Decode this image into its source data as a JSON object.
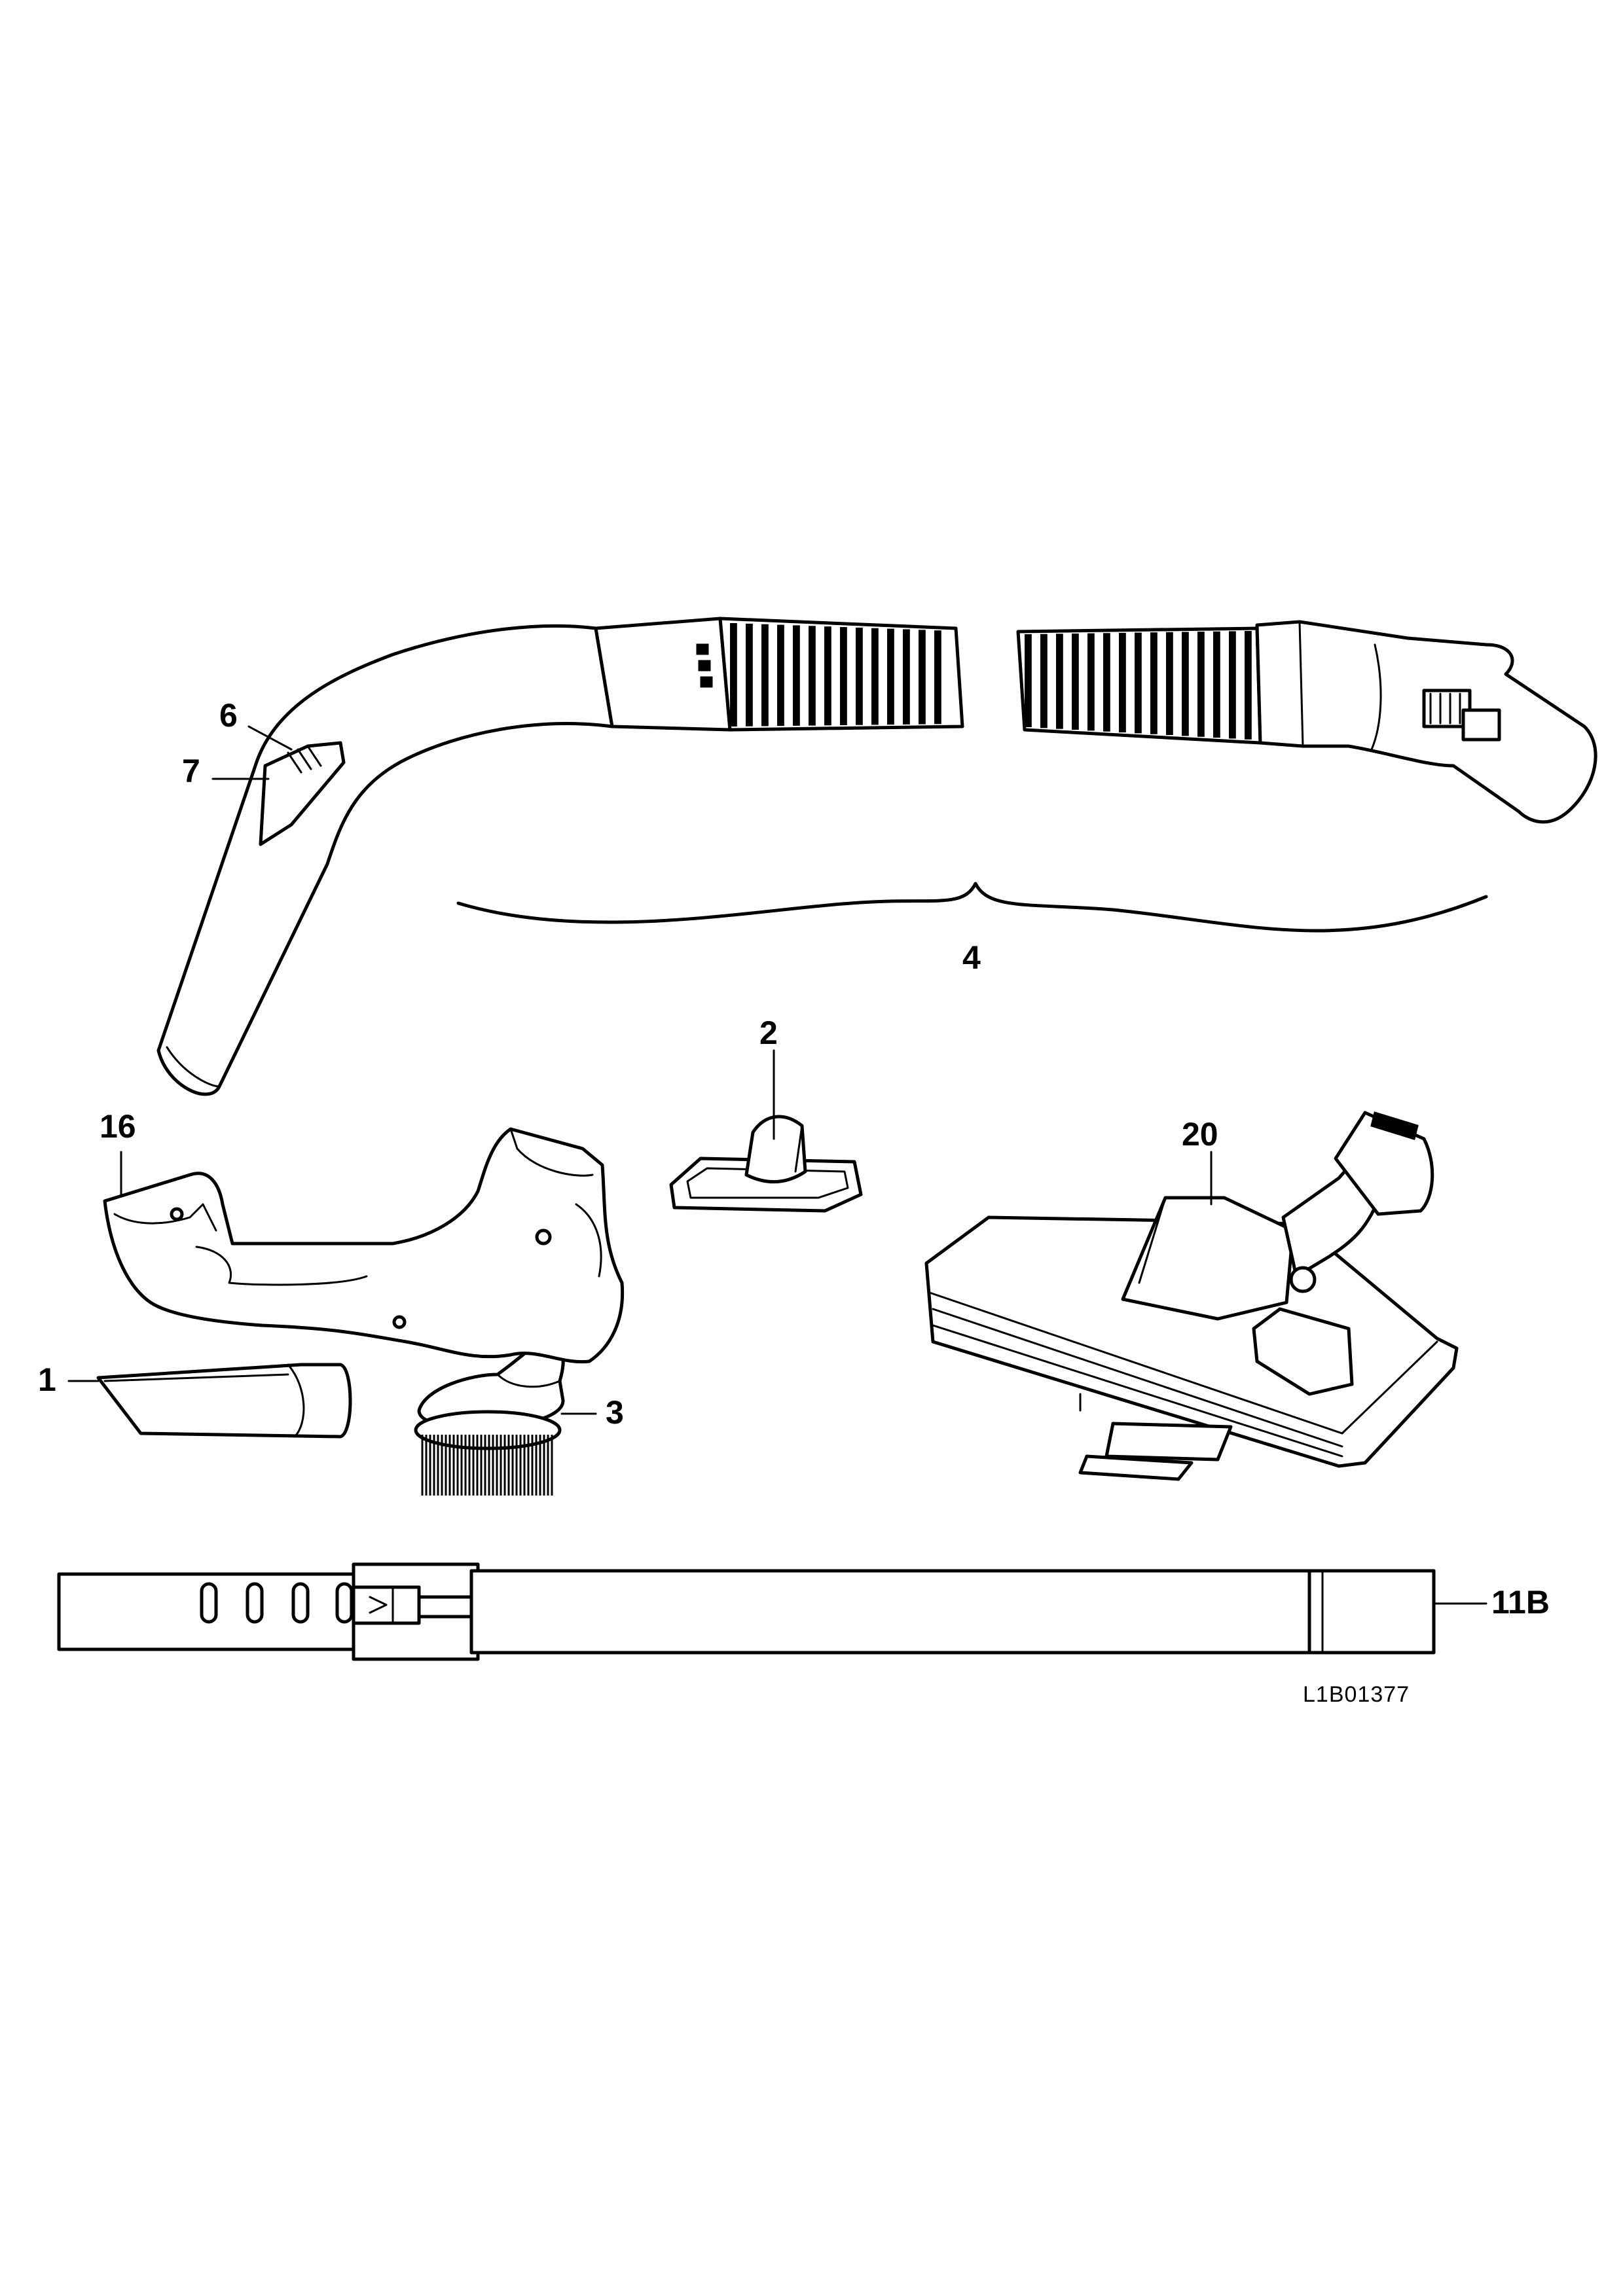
{
  "parts": {
    "p1": "1",
    "p2": "2",
    "p3": "3",
    "p4": "4",
    "p6": "6",
    "p7": "7",
    "p11b": "11B",
    "p16": "16",
    "p20": "20"
  },
  "drawing_code": "L1B01377",
  "colors": {
    "ink": "#000000",
    "paper": "#ffffff"
  }
}
